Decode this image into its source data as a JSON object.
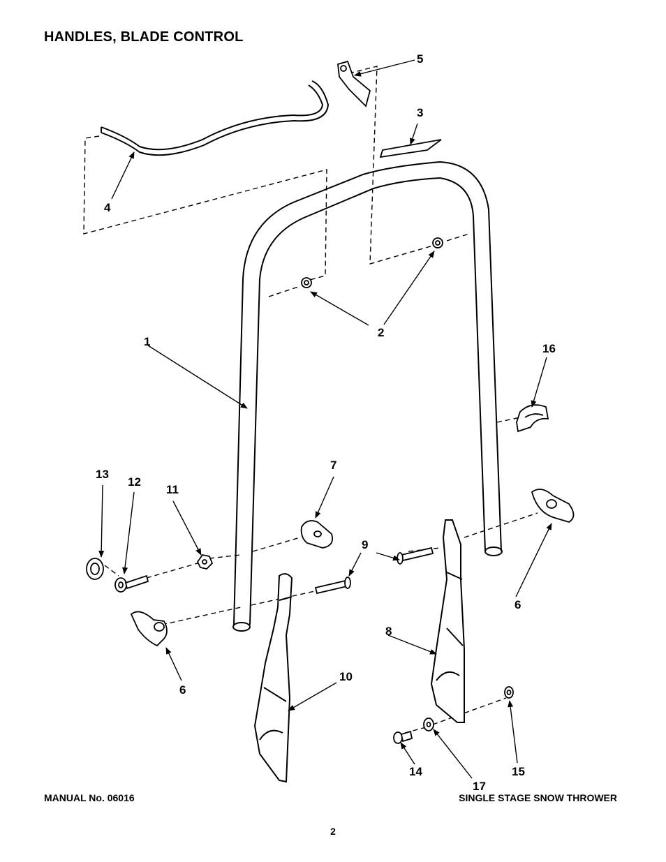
{
  "header": {
    "title": "HANDLES, BLADE CONTROL"
  },
  "footer": {
    "manual": "MANUAL No. 06016",
    "product": "SINGLE STAGE SNOW THROWER",
    "page": "2"
  },
  "callouts": {
    "c1": "1",
    "c2": "2",
    "c3": "3",
    "c4": "4",
    "c5": "5",
    "c6a": "6",
    "c6b": "6",
    "c7": "7",
    "c8": "8",
    "c9": "9",
    "c10": "10",
    "c11": "11",
    "c12": "12",
    "c13": "13",
    "c14": "14",
    "c15": "15",
    "c16": "16",
    "c17": "17"
  }
}
